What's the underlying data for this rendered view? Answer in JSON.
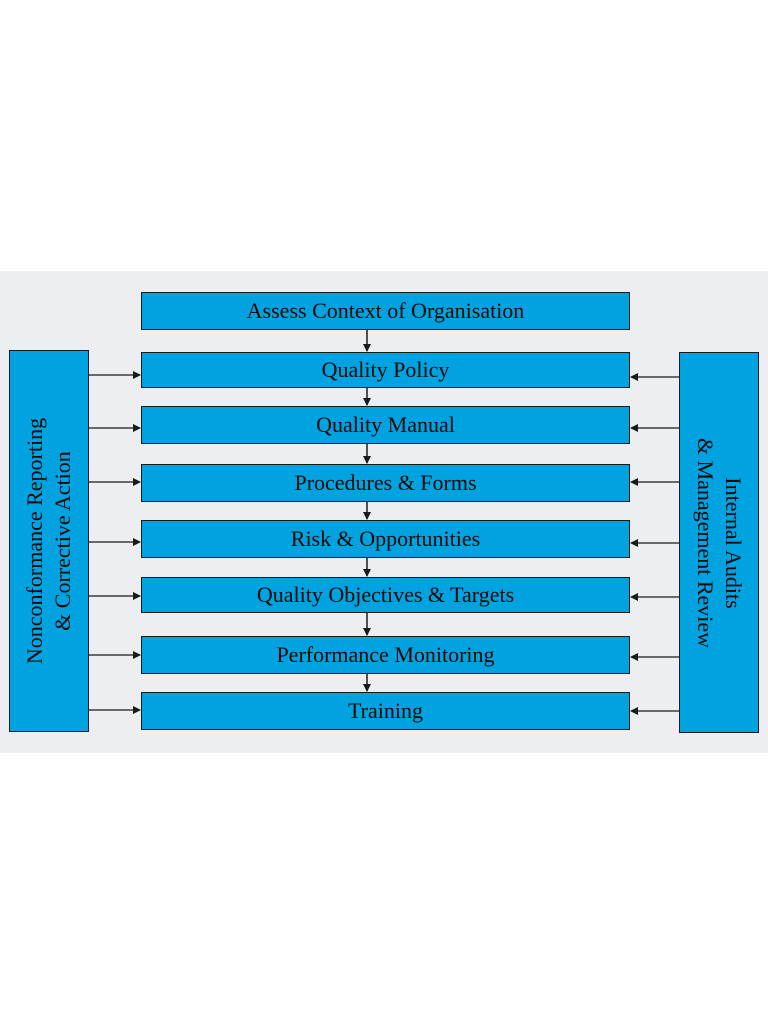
{
  "diagram": {
    "steps": [
      "Assess Context of Organisation",
      "Quality Policy",
      "Quality Manual",
      "Procedures & Forms",
      "Risk & Opportunities",
      "Quality Objectives & Targets",
      "Performance Monitoring",
      "Training"
    ],
    "left_side": {
      "line1": "Nonconformance Reporting",
      "line2": "& Corrective Action"
    },
    "right_side": {
      "line1": "Internal Audits",
      "line2": "& Management Review"
    },
    "colors": {
      "box_fill": "#00a2e0",
      "border": "#1a1a1a",
      "panel_background": "#eceef2"
    }
  }
}
